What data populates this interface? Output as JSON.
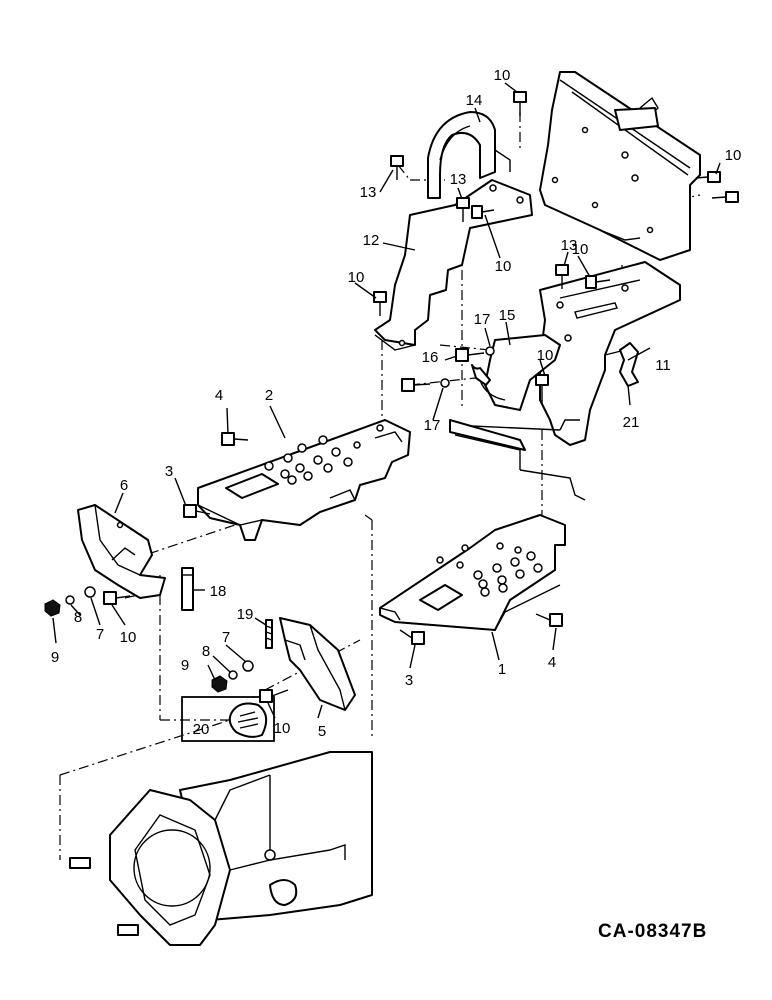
{
  "drawing_code": "CA-08347B",
  "callouts": [
    {
      "id": "c10a",
      "text": "10"
    },
    {
      "id": "c14",
      "text": "14"
    },
    {
      "id": "c10b",
      "text": "10"
    },
    {
      "id": "c13a",
      "text": "13"
    },
    {
      "id": "c13b",
      "text": "13"
    },
    {
      "id": "c12",
      "text": "12"
    },
    {
      "id": "c10c",
      "text": "10"
    },
    {
      "id": "c10d",
      "text": "10"
    },
    {
      "id": "c13c",
      "text": "13"
    },
    {
      "id": "c10e",
      "text": "10"
    },
    {
      "id": "c17a",
      "text": "17"
    },
    {
      "id": "c15",
      "text": "15"
    },
    {
      "id": "c16",
      "text": "16"
    },
    {
      "id": "c10f",
      "text": "10"
    },
    {
      "id": "c11",
      "text": "11"
    },
    {
      "id": "c17b",
      "text": "17"
    },
    {
      "id": "c21",
      "text": "21"
    },
    {
      "id": "c4a",
      "text": "4"
    },
    {
      "id": "c2",
      "text": "2"
    },
    {
      "id": "c3a",
      "text": "3"
    },
    {
      "id": "c6",
      "text": "6"
    },
    {
      "id": "c18",
      "text": "18"
    },
    {
      "id": "c19",
      "text": "19"
    },
    {
      "id": "c7a",
      "text": "7"
    },
    {
      "id": "c8a",
      "text": "8"
    },
    {
      "id": "c9a",
      "text": "9"
    },
    {
      "id": "c10g",
      "text": "10"
    },
    {
      "id": "c7b",
      "text": "7"
    },
    {
      "id": "c8b",
      "text": "8"
    },
    {
      "id": "c9b",
      "text": "9"
    },
    {
      "id": "c20",
      "text": "20"
    },
    {
      "id": "c10h",
      "text": "10"
    },
    {
      "id": "c5",
      "text": "5"
    },
    {
      "id": "c1",
      "text": "1"
    },
    {
      "id": "c3b",
      "text": "3"
    },
    {
      "id": "c4b",
      "text": "4"
    }
  ]
}
